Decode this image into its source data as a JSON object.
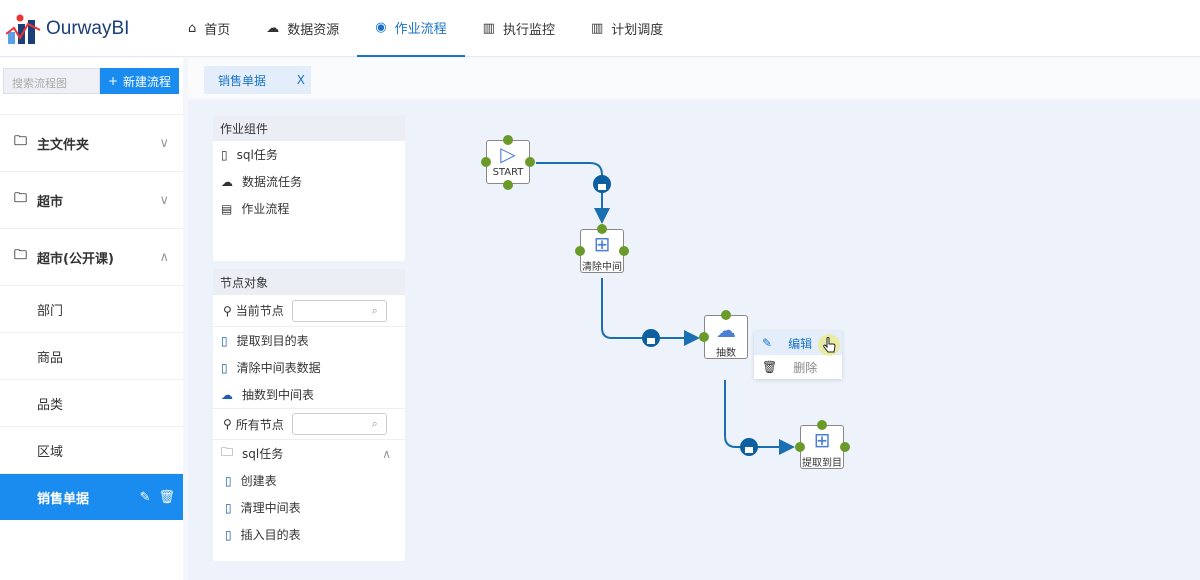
{
  "app": {
    "logo": "OurwayBI"
  },
  "nav": [
    {
      "label": "首页",
      "icon": "home-icon"
    },
    {
      "label": "数据资源",
      "icon": "cloud-icon"
    },
    {
      "label": "作业流程",
      "icon": "globe-icon",
      "active": true
    },
    {
      "label": "执行监控",
      "icon": "chart-icon"
    },
    {
      "label": "计划调度",
      "icon": "chart-icon"
    }
  ],
  "sidebar": {
    "search_placeholder": "搜索流程图",
    "new_button": "新建流程",
    "folders": [
      {
        "label": "主文件夹"
      },
      {
        "label": "超市"
      },
      {
        "label": "超市(公开课)"
      }
    ],
    "items": [
      {
        "label": "部门"
      },
      {
        "label": "商品"
      },
      {
        "label": "品类"
      },
      {
        "label": "区域"
      },
      {
        "label": "销售单据",
        "selected": true
      }
    ]
  },
  "tab": {
    "label": "销售单据",
    "close": "X"
  },
  "components": {
    "title": "作业组件",
    "items": [
      "sql任务",
      "数据流任务",
      "作业流程"
    ]
  },
  "nodes_panel": {
    "title": "节点对象",
    "current_label": "当前节点",
    "current": [
      "提取到目的表",
      "清除中间表数据",
      "抽数到中间表"
    ],
    "all_label": "所有节点",
    "group": "sql任务",
    "all": [
      "创建表",
      "清理中间表",
      "插入目的表"
    ]
  },
  "flow": {
    "start": "START",
    "n1": "清除中间",
    "n2": "抽数",
    "n3": "提取到目"
  },
  "menu": {
    "edit": "编辑",
    "delete": "删除"
  },
  "colors": {
    "accent": "#1a8cf0",
    "edge": "#1a6fb0",
    "port": "#6a9a2a"
  }
}
